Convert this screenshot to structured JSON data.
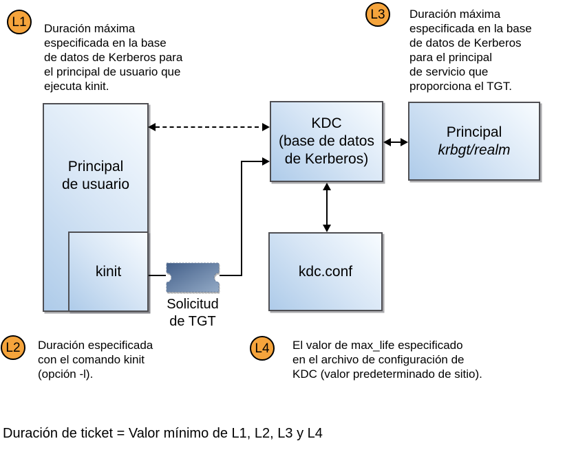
{
  "colors": {
    "badge_fill": "#F5A43C",
    "badge_border": "#000000",
    "box_fill_light": "#F8FCFF",
    "box_fill_dark": "#AECBE9",
    "box_border": "#4E4E52",
    "ticket_dark": "#44608A",
    "ticket_light": "#93AAC6",
    "line_color": "#000000"
  },
  "annotations": {
    "l1": {
      "badge": "L1",
      "lines": [
        "Duración máxima",
        "especificada en la base",
        "de datos de Kerberos para",
        "el principal de usuario que",
        "ejecuta kinit."
      ]
    },
    "l2": {
      "badge": "L2",
      "lines": [
        "Duración especificada",
        "con el comando kinit",
        "(opción -l)."
      ]
    },
    "l3": {
      "badge": "L3",
      "lines": [
        "Duración máxima",
        "especificada en la base",
        "de datos de Kerberos",
        "para el principal",
        "de servicio que",
        "proporciona el TGT."
      ]
    },
    "l4": {
      "badge": "L4",
      "lines": [
        "El valor de max_life especificado",
        "en el archivo de configuración de",
        "KDC (valor predeterminado de sitio)."
      ]
    }
  },
  "nodes": {
    "principal_user": {
      "lines": [
        "Principal",
        "de usuario"
      ]
    },
    "kinit": {
      "label": "kinit"
    },
    "kdc": {
      "lines": [
        "KDC",
        "(base de datos",
        "de Kerberos)"
      ]
    },
    "principal_krbtgt": {
      "title": "Principal",
      "subtitle": "krbgt/realm"
    },
    "kdc_conf": {
      "label": "kdc.conf"
    }
  },
  "ticket_label": {
    "lines": [
      "Solicitud",
      "de TGT"
    ]
  },
  "formula": "Duración de ticket = Valor mínimo de L1, L2, L3 y L4"
}
